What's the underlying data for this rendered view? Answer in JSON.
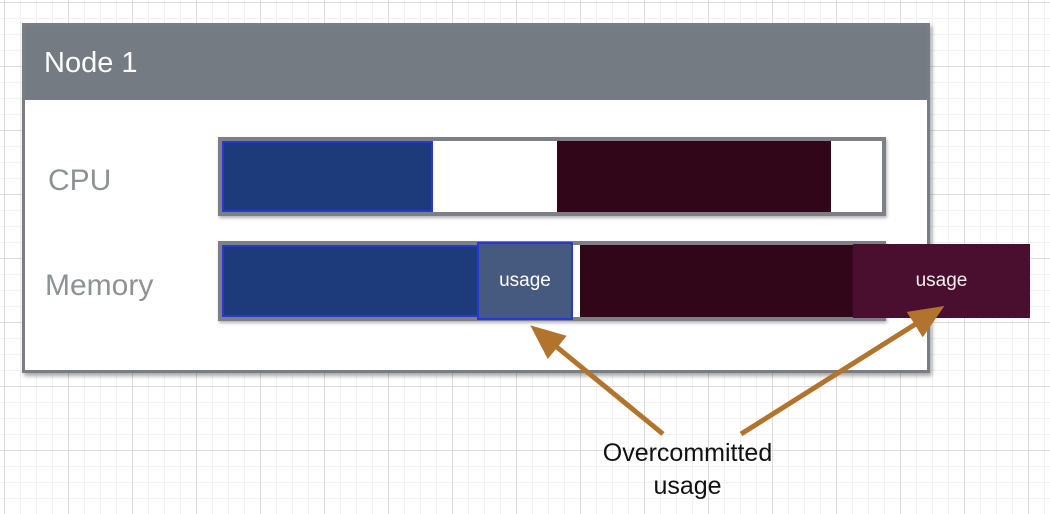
{
  "node": {
    "title": "Node 1"
  },
  "rows": [
    {
      "label": "CPU"
    },
    {
      "label": "Memory",
      "usage_left_label": "usage",
      "usage_right_label": "usage"
    }
  ],
  "annotation": {
    "line1": "Overcommitted",
    "line2": "usage"
  },
  "colors": {
    "header-bg": "#747b83",
    "node-border": "#7a7e84",
    "track-border": "#7c8086",
    "blue": "#1d3a7a",
    "blue-bright": "#2739d4",
    "blue-usage": "#46597e",
    "maroon": "#320619",
    "maroon-usage": "#4a0f2f",
    "arrow": "#b2742c",
    "label-gray": "#8d9295",
    "grid-minor": "#f1f1f2",
    "grid-major": "#dadbdc"
  }
}
